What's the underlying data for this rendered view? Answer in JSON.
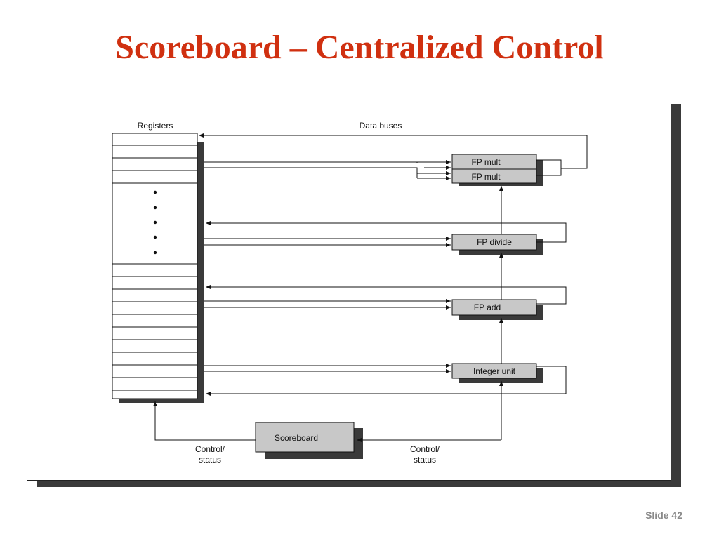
{
  "slide": {
    "title": "Scoreboard – Centralized Control",
    "slide_number": "Slide 42",
    "accent_color": "#d03010"
  },
  "diagram": {
    "registers_label": "Registers",
    "data_buses_label": "Data buses",
    "units": {
      "fp_mult_1": "FP mult",
      "fp_mult_2": "FP mult",
      "fp_divide": "FP divide",
      "fp_add": "FP add",
      "integer_unit": "Integer unit"
    },
    "scoreboard_label": "Scoreboard",
    "control_status_left": [
      "Control/",
      "status"
    ],
    "control_status_right": [
      "Control/",
      "status"
    ],
    "unit_fill_color": "#c8c8c8",
    "shadow_color": "#3a3a3a"
  }
}
